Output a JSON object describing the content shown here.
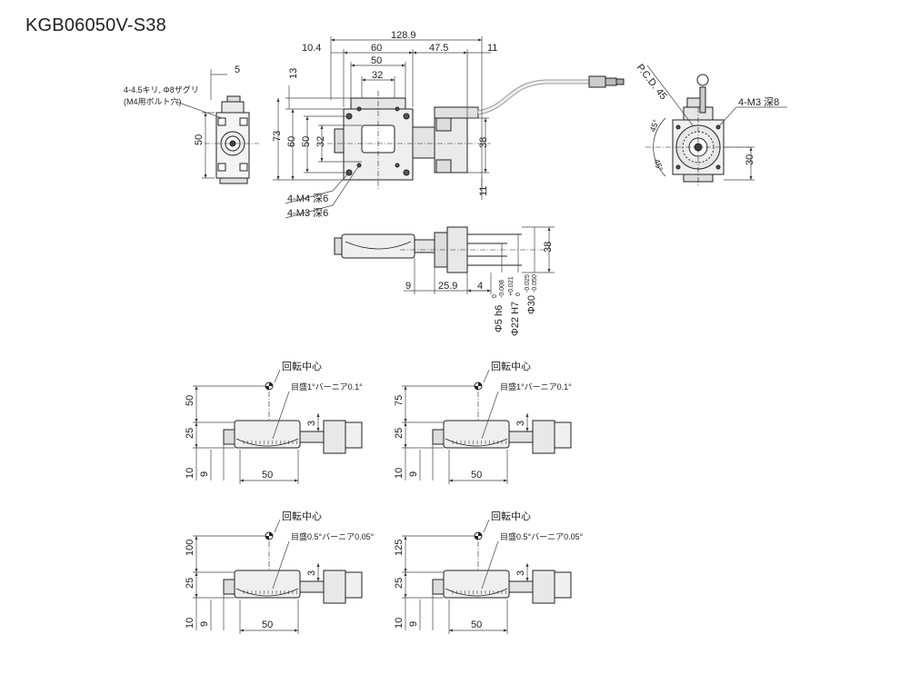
{
  "title": "KGB06050V-S38",
  "top_view": {
    "hole_note_line1": "4-4.5キリ, Φ8ザグリ",
    "hole_note_line2": "(M4用ボルト穴)",
    "dim_5": "5",
    "dim_50_left": "50",
    "dim_128_9": "128.9",
    "dim_10_4": "10.4",
    "dim_60_top": "60",
    "dim_47_5": "47.5",
    "dim_11_top": "11",
    "dim_50_top": "50",
    "dim_32_top": "32",
    "dim_13": "13",
    "dim_73": "73",
    "dim_60_v": "60",
    "dim_50_v": "50",
    "dim_32_v": "32",
    "dim_38_v": "38",
    "dim_11_v": "11",
    "tap_m4": "4-M4 深6",
    "tap_m3": "4-M3 深6"
  },
  "end_view": {
    "pcd": "P.C.D. 45",
    "tap": "4-M3 深8",
    "angle_1": "45°",
    "angle_2": "45°",
    "dim_30": "30"
  },
  "front_view": {
    "dim_38": "38",
    "dim_9": "9",
    "dim_25_9": "25.9",
    "dim_4": "4",
    "phi_5": "Φ5 h6",
    "phi_5_tol_upper": "0",
    "phi_5_tol_lower": "-0.008",
    "phi_22": "Φ22 H7",
    "phi_22_tol_upper": "+0.021",
    "phi_22_tol_lower": "0",
    "phi_30": "Φ30",
    "phi_30_tol_upper": "-0.025",
    "phi_30_tol_lower": "-0.050"
  },
  "side_views": [
    {
      "center_label": "回転中心",
      "scale_label": "目盛1°バーニア0.1°",
      "dim_height": "50",
      "dim_25": "25",
      "dim_10": "10",
      "dim_9": "9",
      "dim_3": "3",
      "dim_width": "50"
    },
    {
      "center_label": "回転中心",
      "scale_label": "目盛1°バーニア0.1°",
      "dim_height": "75",
      "dim_25": "25",
      "dim_10": "10",
      "dim_9": "9",
      "dim_3": "3",
      "dim_width": "50"
    },
    {
      "center_label": "回転中心",
      "scale_label": "目盛0.5°バーニア0.05°",
      "dim_height": "100",
      "dim_25": "25",
      "dim_10": "10",
      "dim_9": "9",
      "dim_3": "3",
      "dim_width": "50"
    },
    {
      "center_label": "回転中心",
      "scale_label": "目盛0.5°バーニア0.05°",
      "dim_height": "125",
      "dim_25": "25",
      "dim_10": "10",
      "dim_9": "9",
      "dim_3": "3",
      "dim_width": "50"
    }
  ]
}
